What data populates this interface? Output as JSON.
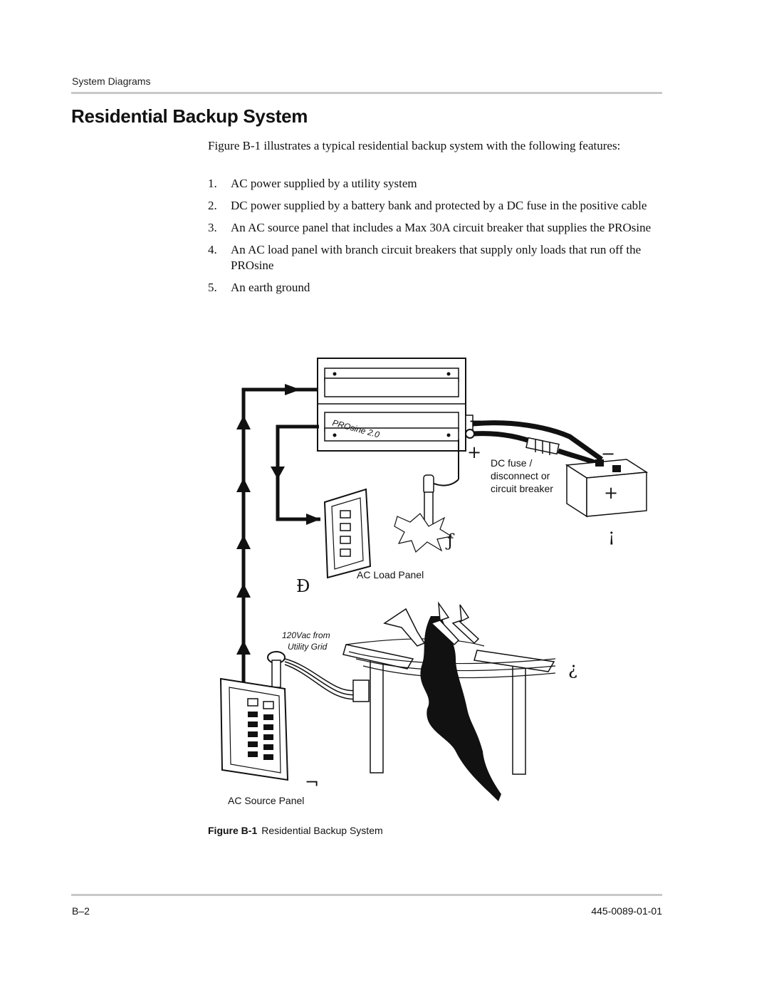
{
  "header": {
    "section_label": "System Diagrams"
  },
  "title": "Residential Backup System",
  "intro": "Figure B-1 illustrates a typical residential backup system with the following features:",
  "features": [
    {
      "num": "1.",
      "text": "AC power supplied by a utility system"
    },
    {
      "num": "2.",
      "text": "DC power supplied by a battery bank and protected by a DC fuse in the positive cable"
    },
    {
      "num": "3.",
      "text": "An AC source panel that includes a Max 30A circuit breaker that supplies the PROsine"
    },
    {
      "num": "4.",
      "text": "An AC load panel with branch circuit breakers that supply only loads that run off the PROsine"
    },
    {
      "num": "5.",
      "text": "An earth ground"
    }
  ],
  "figure": {
    "labels": {
      "dc_fuse_1": "DC fuse /",
      "dc_fuse_2": "disconnect or",
      "dc_fuse_3": "circuit breaker",
      "ac_load_panel": "AC Load Panel",
      "utility_1": "120Vac from",
      "utility_2": "Utility Grid",
      "ac_source_panel": "AC Source Panel",
      "inverter_brand": "PROsine 2.0",
      "minus": "−",
      "plus": "+"
    },
    "callouts": {
      "earth_ground": "ƒ",
      "battery": "¡",
      "load_panel": "Ð",
      "utility": "¿",
      "source_panel": "¬"
    }
  },
  "caption": {
    "number": "Figure B-1",
    "text": "Residential Backup System"
  },
  "footer": {
    "page": "B–2",
    "doc_number": "445-0089-01-01"
  }
}
